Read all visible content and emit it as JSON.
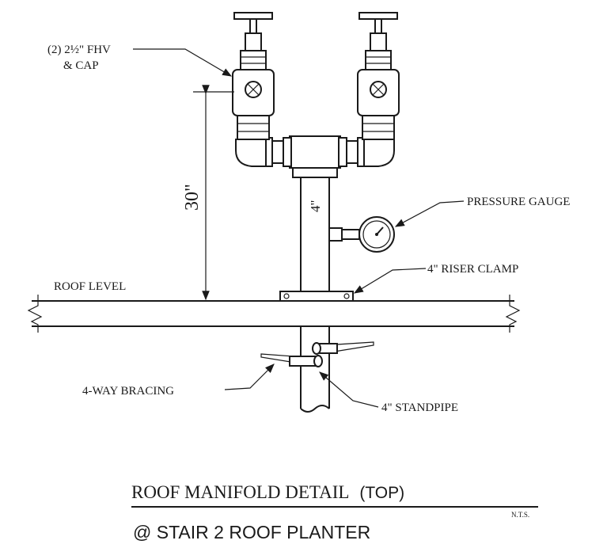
{
  "labels": {
    "fhv_line1": "(2) 2½\" FHV",
    "fhv_line2": "& CAP",
    "dim_height": "30\"",
    "pipe_size": "4\"",
    "pressure_gauge": "PRESSURE GAUGE",
    "riser_clamp": "4\" RISER CLAMP",
    "roof_level": "ROOF LEVEL",
    "bracing": "4-WAY BRACING",
    "standpipe": "4\" STANDPIPE"
  },
  "title": {
    "line1": "ROOF MANIFOLD DETAIL",
    "line1_suffix": "(TOP)",
    "scale_note": "N.T.S.",
    "line2": "@ STAIR 2 ROOF PLANTER"
  }
}
